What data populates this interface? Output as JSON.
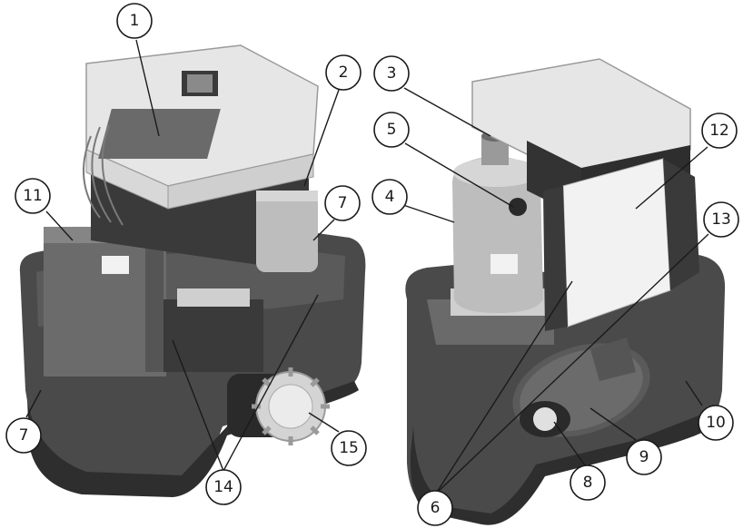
{
  "figure": {
    "description_free": true,
    "colors": {
      "background": "#ffffff",
      "ink": "#1a1a1a",
      "housing": "#4a4a4a",
      "housing_dark": "#2e2e2e",
      "metal": "#bdbdbd",
      "cover": "#e6e6e6"
    },
    "callouts": [
      {
        "id": "c1",
        "label": "1"
      },
      {
        "id": "c2",
        "label": "2"
      },
      {
        "id": "c3",
        "label": "3"
      },
      {
        "id": "c4",
        "label": "4"
      },
      {
        "id": "c5",
        "label": "5"
      },
      {
        "id": "c6",
        "label": "6"
      },
      {
        "id": "c7a",
        "label": "7"
      },
      {
        "id": "c7b",
        "label": "7"
      },
      {
        "id": "c8",
        "label": "8"
      },
      {
        "id": "c9",
        "label": "9"
      },
      {
        "id": "c10",
        "label": "10"
      },
      {
        "id": "c11",
        "label": "11"
      },
      {
        "id": "c12",
        "label": "12"
      },
      {
        "id": "c13",
        "label": "13"
      },
      {
        "id": "c14",
        "label": "14"
      },
      {
        "id": "c15",
        "label": "15"
      }
    ]
  }
}
